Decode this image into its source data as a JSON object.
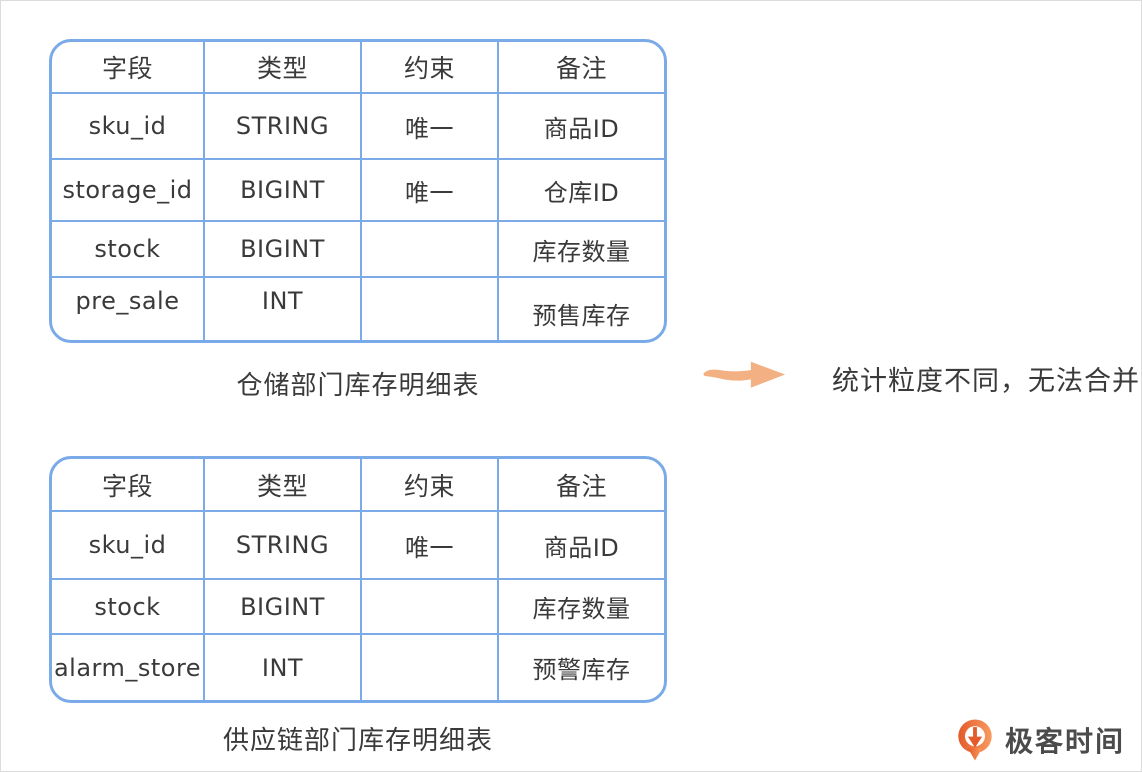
{
  "colors": {
    "table_border": "#7baae8",
    "text": "#3a3a3a",
    "arrow": "#f2b083",
    "logo_orange_dark": "#e45a2b",
    "logo_orange_light": "#f89b5f",
    "logo_text": "#4b4b4b"
  },
  "tables": [
    {
      "caption": "仓储部门库存明细表",
      "headers": [
        "字段",
        "类型",
        "约束",
        "备注"
      ],
      "rows": [
        [
          "sku_id",
          "STRING",
          "唯一",
          "商品ID"
        ],
        [
          "storage_id",
          "BIGINT",
          "唯一",
          "仓库ID"
        ],
        [
          "stock",
          "BIGINT",
          "",
          "库存数量"
        ],
        [
          "pre_sale",
          "INT",
          "",
          "预售库存"
        ]
      ]
    },
    {
      "caption": "供应链部门库存明细表",
      "headers": [
        "字段",
        "类型",
        "约束",
        "备注"
      ],
      "rows": [
        [
          "sku_id",
          "STRING",
          "唯一",
          "商品ID"
        ],
        [
          "stock",
          "BIGINT",
          "",
          "库存数量"
        ],
        [
          "alarm_store",
          "INT",
          "",
          "预警库存"
        ]
      ]
    }
  ],
  "annotation": {
    "arrow_icon": "right-arrow-icon",
    "text": "统计粒度不同，无法合并"
  },
  "logo": {
    "icon": "geektime-logo-icon",
    "text": "极客时间"
  }
}
